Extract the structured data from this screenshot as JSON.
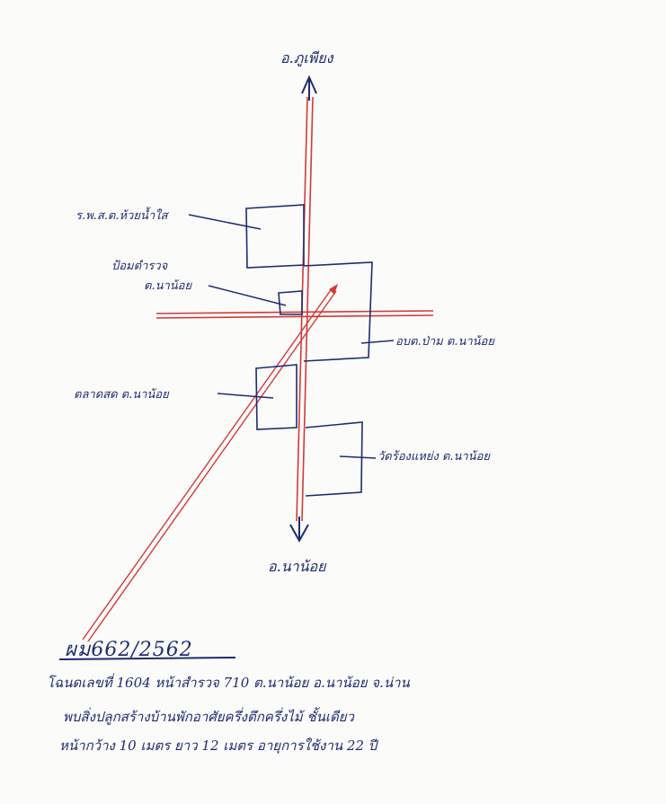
{
  "directions": {
    "north": "อ.ภูเพียง",
    "south": "อ.นาน้อย"
  },
  "places": {
    "health_center": "ร.พ.ส.ต.ห้วยน้ำใส",
    "police_box_line1": "ป้อมตำรวจ",
    "police_box_line2": "ต.นาน้อย",
    "district_office": "อบต.ป่าม ต.นาน้อย",
    "market": "ตลาดสด ต.นาน้อย",
    "temple": "วัดร้องแหย่ง ต.นาน้อย"
  },
  "case_number": "ผม662/2562",
  "notes": {
    "line1": "โฉนดเลขที่ 1604 หน้าสำรวจ 710 ต.นาน้อย อ.นาน้อย จ.น่าน",
    "line2": "พบสิ่งปลูกสร้างบ้านพักอาศัยครึ่งตึกครึ่งไม้ ชั้นเดียว",
    "line3": "หน้ากว้าง 10 เมตร ยาว 12 เมตร อายุการใช้งาน 22 ปี"
  },
  "colors": {
    "ink": "#1d2c72",
    "road_red": "#d23a3a",
    "paper": "#fbfbf9"
  }
}
